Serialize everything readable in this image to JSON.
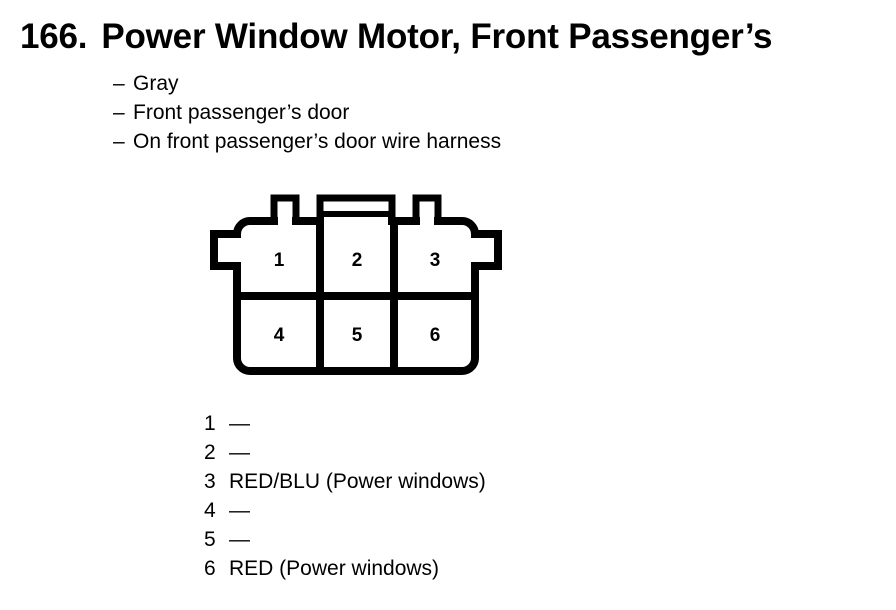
{
  "document": {
    "entry_number": "166.",
    "title": "Power Window Motor, Front Passenger’s",
    "attributes": [
      {
        "dash": "–",
        "text": "Gray"
      },
      {
        "dash": "–",
        "text": "Front passenger’s door"
      },
      {
        "dash": "–",
        "text": "On front passenger’s door wire harness"
      }
    ]
  },
  "connector": {
    "cavity_labels": [
      "1",
      "2",
      "3",
      "4",
      "5",
      "6"
    ],
    "rows": 2,
    "columns": 3,
    "outline_color": "#000000",
    "fill_color": "#ffffff"
  },
  "pin_assignments": [
    {
      "pin": "1",
      "wire": "—"
    },
    {
      "pin": "2",
      "wire": "—"
    },
    {
      "pin": "3",
      "wire": "RED/BLU (Power windows)"
    },
    {
      "pin": "4",
      "wire": "—"
    },
    {
      "pin": "5",
      "wire": "—"
    },
    {
      "pin": "6",
      "wire": "RED (Power windows)"
    }
  ]
}
